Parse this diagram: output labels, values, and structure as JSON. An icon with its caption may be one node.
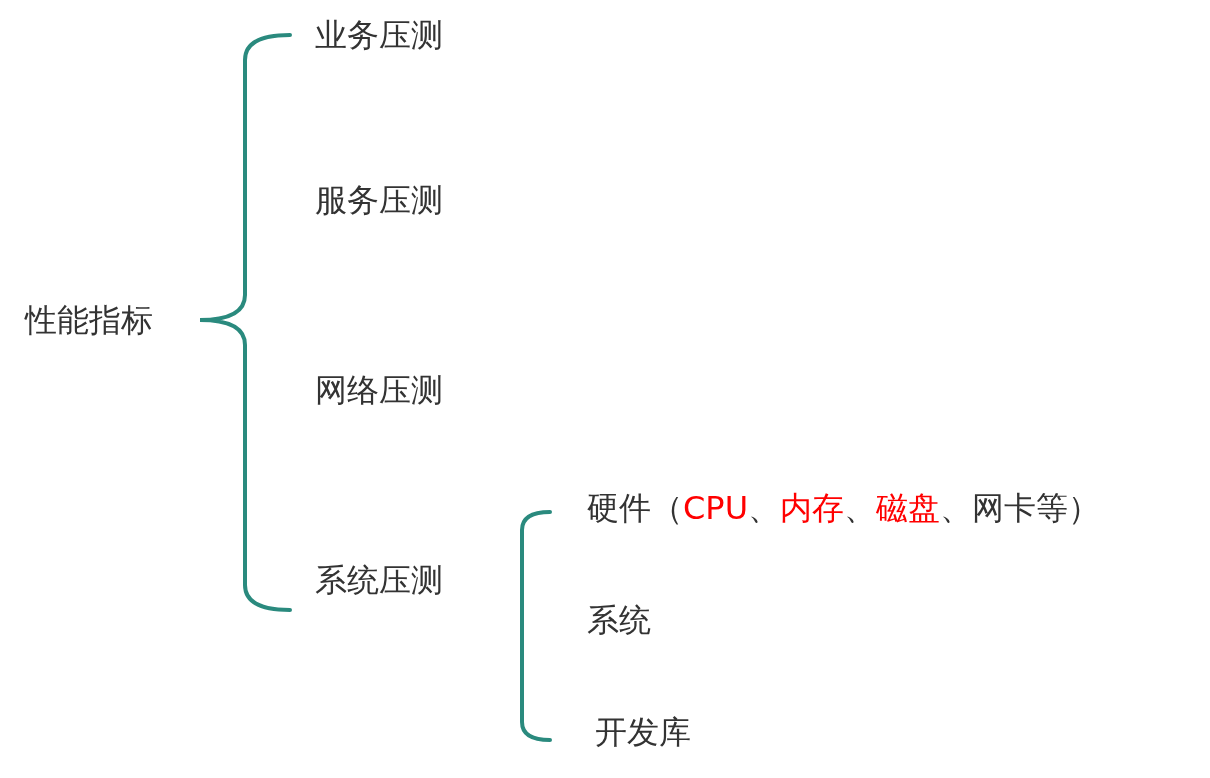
{
  "diagram": {
    "labels": [
      "性能指标",
      "业务压测",
      "服务压测",
      "网络压测",
      "系统压测",
      "硬件（**CPU**、**内存**、**磁盘**、网卡等）",
      "系统",
      "开发库"
    ]
  }
}
